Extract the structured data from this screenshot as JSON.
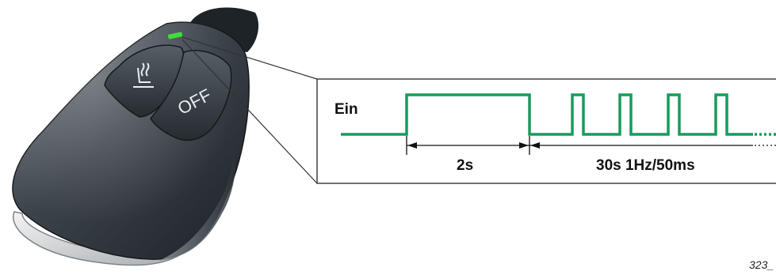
{
  "remote": {
    "off_label": "OFF",
    "heat_button_icon": "seat-heating-icon",
    "led_color": "#3fdc3f"
  },
  "diagram": {
    "state_label": "Ein",
    "interval_1_label": "2s",
    "interval_2_label": "30s 1Hz/50ms",
    "signal_color": "#1a9a5a",
    "figure_number": "323_"
  }
}
